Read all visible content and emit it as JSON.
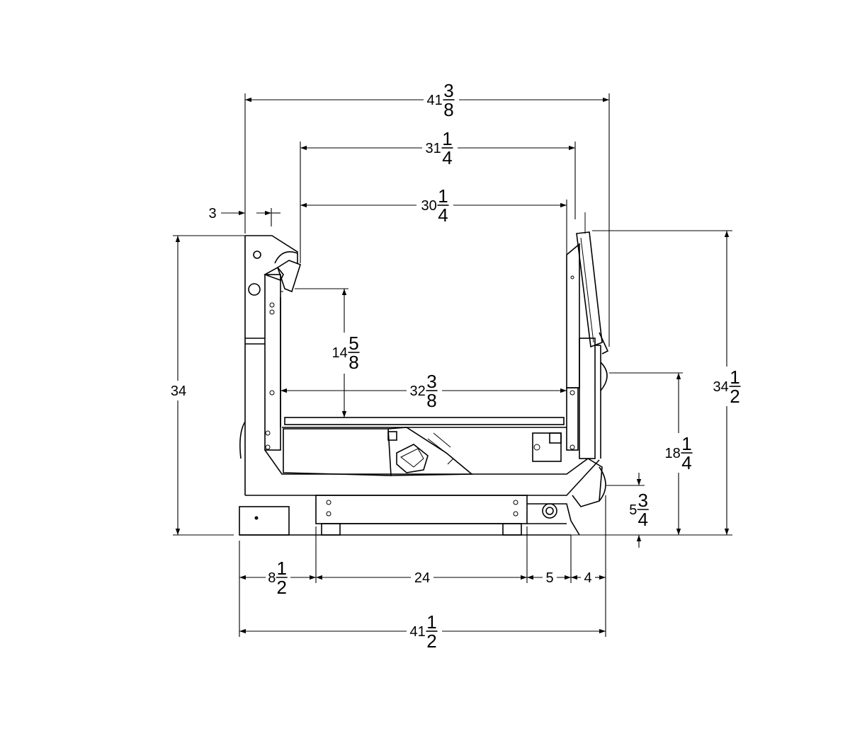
{
  "drawing": {
    "dimensions": {
      "overall_top_width": {
        "whole": "41",
        "num": "3",
        "den": "8"
      },
      "inner_top_width": {
        "whole": "31",
        "num": "1",
        "den": "4"
      },
      "opening_width": {
        "whole": "30",
        "num": "1",
        "den": "4"
      },
      "left_offset": {
        "whole": "3"
      },
      "left_height": {
        "whole": "34"
      },
      "inner_height": {
        "whole": "14",
        "num": "5",
        "den": "8"
      },
      "inner_width": {
        "whole": "32",
        "num": "3",
        "den": "8"
      },
      "right_height": {
        "whole": "34",
        "num": "1",
        "den": "2"
      },
      "mid_height": {
        "whole": "18",
        "num": "1",
        "den": "4"
      },
      "base_height": {
        "whole": "5",
        "num": "3",
        "den": "4"
      },
      "base_left": {
        "whole": "8",
        "num": "1",
        "den": "2"
      },
      "base_center": {
        "whole": "24"
      },
      "base_right_a": {
        "whole": "5"
      },
      "base_right_b": {
        "whole": "4"
      },
      "overall_bottom_width": {
        "whole": "41",
        "num": "1",
        "den": "2"
      }
    }
  }
}
